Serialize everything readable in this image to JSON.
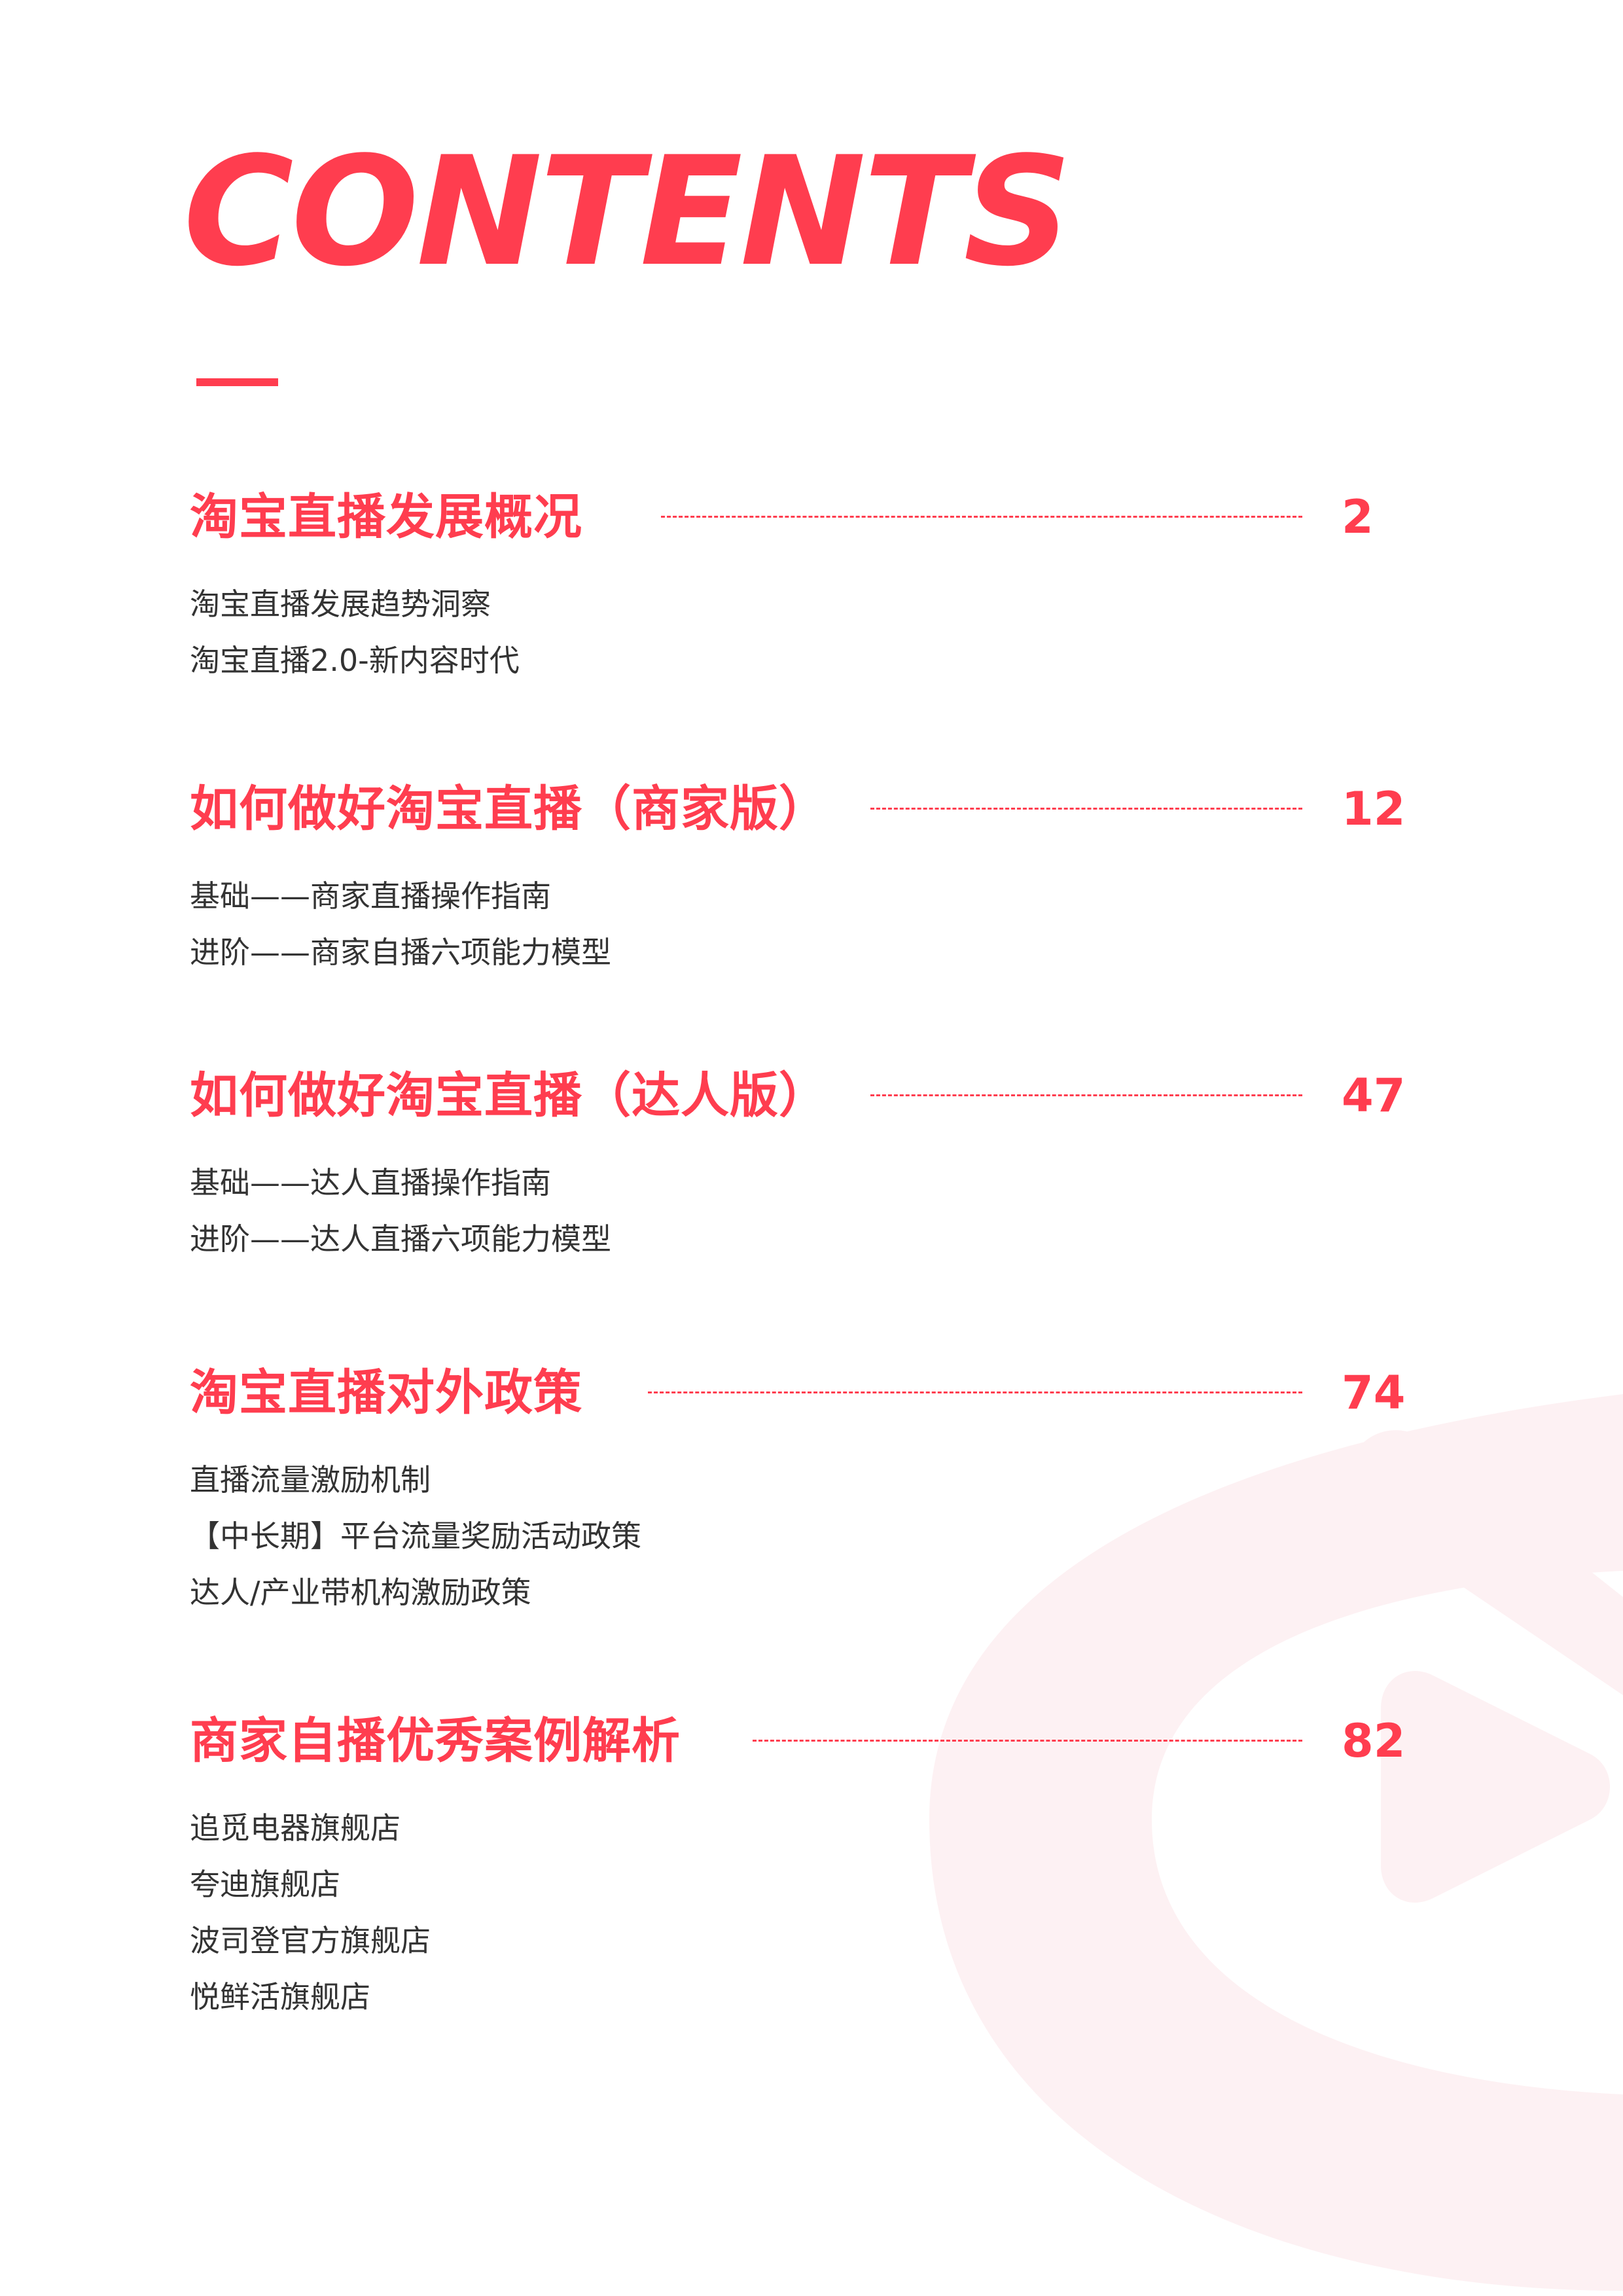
{
  "heading": "CONTENTS",
  "colors": {
    "accent": "#ff3d4f",
    "body_text": "#333333",
    "watermark": "#fdf1f3"
  },
  "sections": [
    {
      "title": "淘宝直播发展概况",
      "page": "2",
      "items": [
        "淘宝直播发展趋势洞察",
        "淘宝直播2.0-新内容时代"
      ]
    },
    {
      "title": "如何做好淘宝直播（商家版）",
      "page": "12",
      "items": [
        "基础——商家直播操作指南",
        "进阶——商家自播六项能力模型"
      ]
    },
    {
      "title": "如何做好淘宝直播（达人版）",
      "page": "47",
      "items": [
        "基础——达人直播操作指南",
        "进阶——达人直播六项能力模型"
      ]
    },
    {
      "title": "淘宝直播对外政策",
      "page": "74",
      "items": [
        "直播流量激励机制",
        "【中长期】平台流量奖励活动政策",
        "达人/产业带机构激励政策"
      ]
    },
    {
      "title": "商家自播优秀案例解析",
      "page": "82",
      "items": [
        "追觅电器旗舰店",
        "夸迪旗舰店",
        "波司登官方旗舰店",
        "悦鲜活旗舰店"
      ]
    }
  ]
}
